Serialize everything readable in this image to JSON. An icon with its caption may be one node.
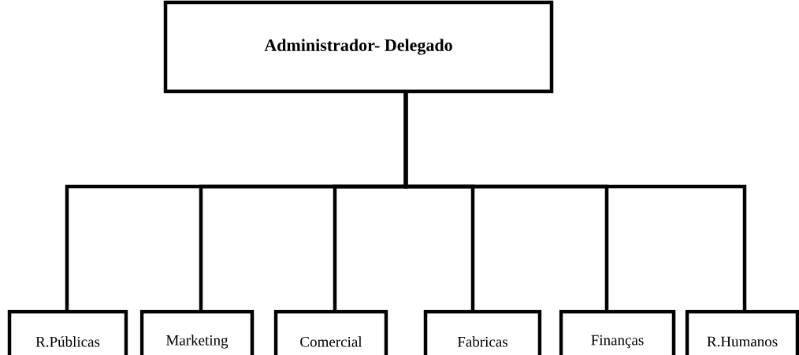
{
  "diagram": {
    "nodes": [
      {
        "text": [
          "Administrador- Delegado"
        ]
      },
      {
        "text": [
          "R.Públicas"
        ]
      },
      {
        "text": [
          "Marketing"
        ]
      },
      {
        "text": [
          "Comercial"
        ]
      },
      {
        "text": [
          "Fabricas"
        ]
      },
      {
        "text": [
          "Finanças"
        ]
      },
      {
        "text": [
          "R.Humanos"
        ]
      }
    ],
    "edges": [
      {
        "from": 0,
        "to": 1,
        "arrow": "none"
      },
      {
        "from": 0,
        "to": 2,
        "arrow": "none"
      },
      {
        "from": 0,
        "to": 3,
        "arrow": "none"
      },
      {
        "from": 0,
        "to": 4,
        "arrow": "none"
      },
      {
        "from": 0,
        "to": 5,
        "arrow": "none"
      },
      {
        "from": 0,
        "to": 6,
        "arrow": "none"
      }
    ]
  }
}
